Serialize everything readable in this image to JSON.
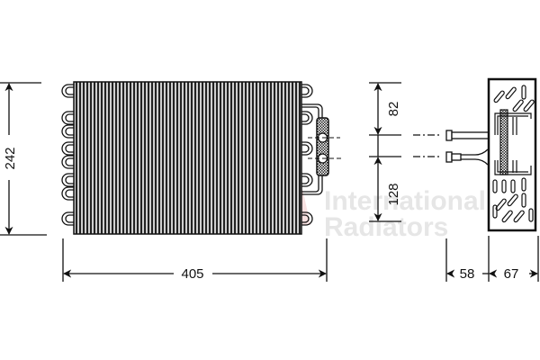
{
  "diagram": {
    "subject": "Evaporator core technical drawing",
    "units": "mm",
    "dimensions": {
      "height": "242",
      "width": "405",
      "upper_pipe_offset": "82",
      "lower_pipe_offset": "128",
      "side_depth_a": "58",
      "side_depth_b": "67"
    },
    "watermark": {
      "line1": "International",
      "line2": "Radiators",
      "logo_color": "#f4d6d6",
      "text_color": "#e6e6e6"
    },
    "colors": {
      "line": "#111111",
      "background": "#ffffff",
      "fin_fill": "#cfcfcf"
    }
  }
}
